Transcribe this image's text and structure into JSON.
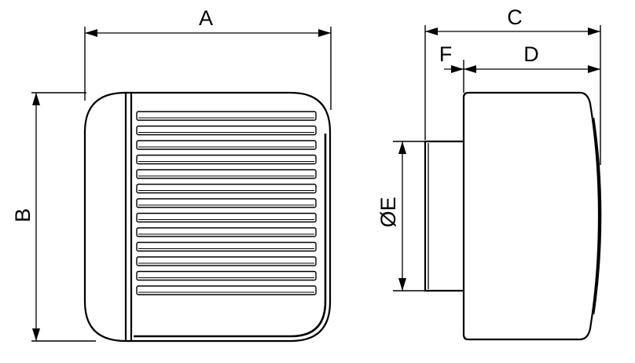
{
  "dimensions": {
    "a": "A",
    "b": "B",
    "c": "C",
    "d": "D",
    "e": "ØE",
    "f": "F"
  }
}
